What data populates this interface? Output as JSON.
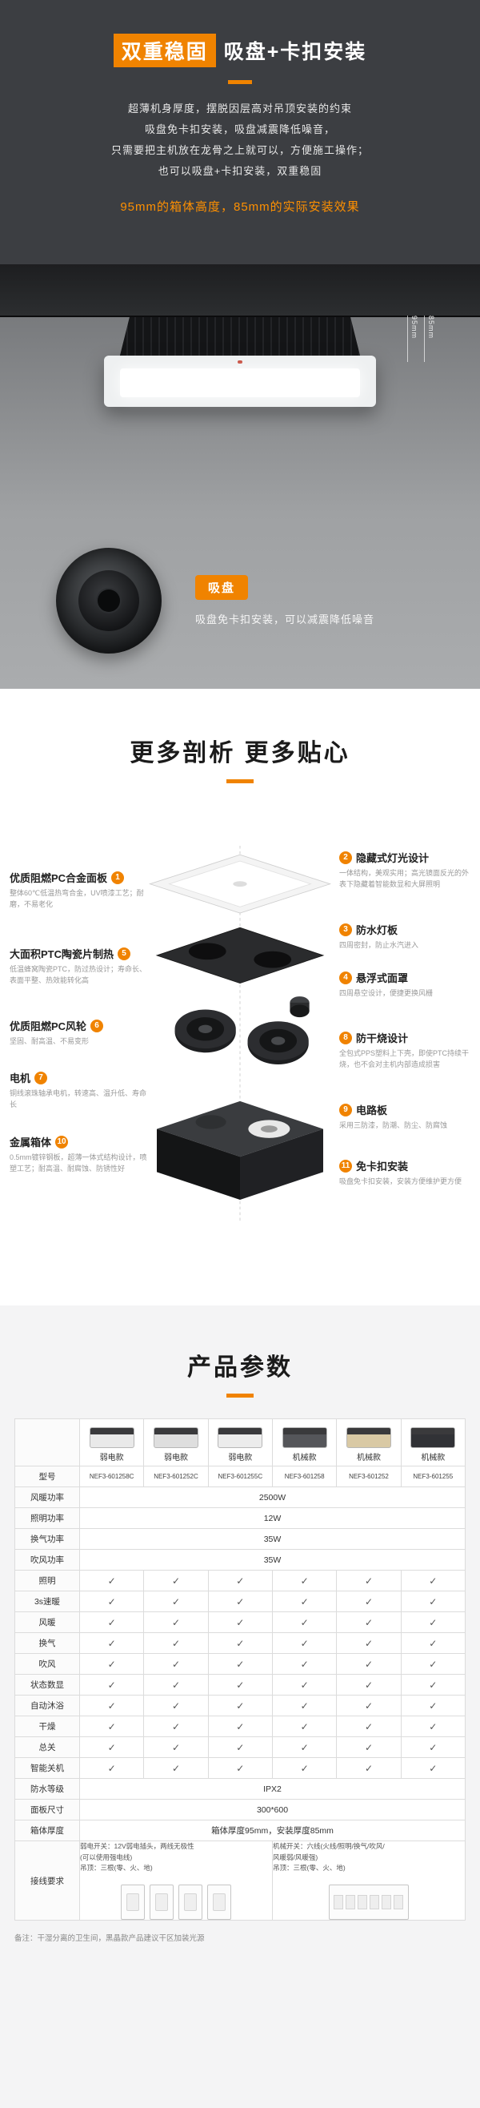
{
  "accent": "#f08300",
  "section1": {
    "title_badge": "双重稳固",
    "title_rest": "吸盘+卡扣安装",
    "paragraph": [
      "超薄机身厚度，摆脱因层高对吊顶安装的约束",
      "吸盘免卡扣安装，吸盘减震降低噪音，",
      "只需要把主机放在龙骨之上就可以，方便施工操作；",
      "也可以吸盘+卡扣安装，双重稳固"
    ],
    "highlight": "95mm的箱体高度，85mm的实际安装效果",
    "dim_labels": [
      "95mm",
      "85mm"
    ],
    "closeup_badge": "吸盘",
    "closeup_caption": "吸盘免卡扣安装，可以减震降低噪音"
  },
  "section2": {
    "title": "更多剖析 更多贴心",
    "callouts_left": [
      {
        "num": "1",
        "title": "优质阻燃PC合金面板",
        "desc": "整体60℃低温热弯合金，UV喷漆工艺；耐磨，不易老化"
      },
      {
        "num": "5",
        "title": "大面积PTC陶瓷片制热",
        "desc": "低温蜂窝陶瓷PTC，防过热设计；寿命长、表面平整、热效能转化高"
      },
      {
        "num": "6",
        "title": "优质阻燃PC风轮",
        "desc": "坚固、耐高温、不易变形"
      },
      {
        "num": "7",
        "title": "电机",
        "desc": "铜线滚珠轴承电机，转速高、温升低、寿命长"
      },
      {
        "num": "10",
        "title": "金属箱体",
        "desc": "0.5mm镀锌钢板，超薄一体式结构设计，喷塑工艺；耐高温、耐腐蚀、防锈性好"
      }
    ],
    "callouts_right": [
      {
        "num": "2",
        "title": "隐藏式灯光设计",
        "desc": "一体结构，美观实用；高光镜面反光的外表下隐藏着智能数显和大屏照明"
      },
      {
        "num": "3",
        "title": "防水灯板",
        "desc": "四周密封，防止水汽进入"
      },
      {
        "num": "4",
        "title": "悬浮式面罩",
        "desc": "四周悬空设计，便捷更换风栅"
      },
      {
        "num": "8",
        "title": "防干烧设计",
        "desc": "全包式PPS塑料上下壳，即使PTC持续干烧，也不会对主机内部造成损害"
      },
      {
        "num": "9",
        "title": "电路板",
        "desc": "采用三防漆，防潮、防尘、防腐蚀"
      },
      {
        "num": "11",
        "title": "免卡扣安装",
        "desc": "吸盘免卡扣安装，安装方便维护更方便"
      }
    ]
  },
  "section3": {
    "title": "产品参数",
    "model_label": "型号",
    "check_glyph": "✓",
    "products": [
      {
        "type": "弱电款",
        "model": "NEF3-601258C",
        "panel": "#e9e9e9"
      },
      {
        "type": "弱电款",
        "model": "NEF3-601252C",
        "panel": "#dedede"
      },
      {
        "type": "弱电款",
        "model": "NEF3-601255C",
        "panel": "#ececec"
      },
      {
        "type": "机械款",
        "model": "NEF3-601258",
        "panel": "#55565a"
      },
      {
        "type": "机械款",
        "model": "NEF3-601252",
        "panel": "#d9c9a4"
      },
      {
        "type": "机械款",
        "model": "NEF3-601255",
        "panel": "#313236"
      }
    ],
    "spec_rows": [
      {
        "label": "风暖功率",
        "merged": "2500W"
      },
      {
        "label": "照明功率",
        "merged": "12W"
      },
      {
        "label": "换气功率",
        "merged": "35W"
      },
      {
        "label": "吹风功率",
        "merged": "35W"
      },
      {
        "label": "照明",
        "checks": [
          1,
          1,
          1,
          1,
          1,
          1
        ]
      },
      {
        "label": "3s速暖",
        "checks": [
          1,
          1,
          1,
          1,
          1,
          1
        ]
      },
      {
        "label": "风暖",
        "checks": [
          1,
          1,
          1,
          1,
          1,
          1
        ]
      },
      {
        "label": "换气",
        "checks": [
          1,
          1,
          1,
          1,
          1,
          1
        ]
      },
      {
        "label": "吹风",
        "checks": [
          1,
          1,
          1,
          1,
          1,
          1
        ]
      },
      {
        "label": "状态数显",
        "checks": [
          1,
          1,
          1,
          1,
          1,
          1
        ]
      },
      {
        "label": "自动沐浴",
        "checks": [
          1,
          1,
          1,
          1,
          1,
          1
        ]
      },
      {
        "label": "干燥",
        "checks": [
          1,
          1,
          1,
          1,
          1,
          1
        ]
      },
      {
        "label": "总关",
        "checks": [
          1,
          1,
          1,
          1,
          1,
          1
        ]
      },
      {
        "label": "智能关机",
        "checks": [
          1,
          1,
          1,
          1,
          1,
          1
        ]
      },
      {
        "label": "防水等级",
        "merged": "IPX2"
      },
      {
        "label": "面板尺寸",
        "merged": "300*600"
      },
      {
        "label": "箱体厚度",
        "merged": "箱体厚度95mm，安装厚度85mm"
      }
    ],
    "wiring": {
      "label": "接线要求",
      "left": "弱电开关：12V弱电插头，两线无极性\n(可以使用强电线)\n吊顶：三根(零、火、地)",
      "right": "机械开关：六线(火线/照明/换气/吹风/\n风暖弱/风暖强)\n吊顶：三根(零、火、地)"
    },
    "note": "备注：干湿分离的卫生间，黑晶款产品建议干区加装光源"
  }
}
